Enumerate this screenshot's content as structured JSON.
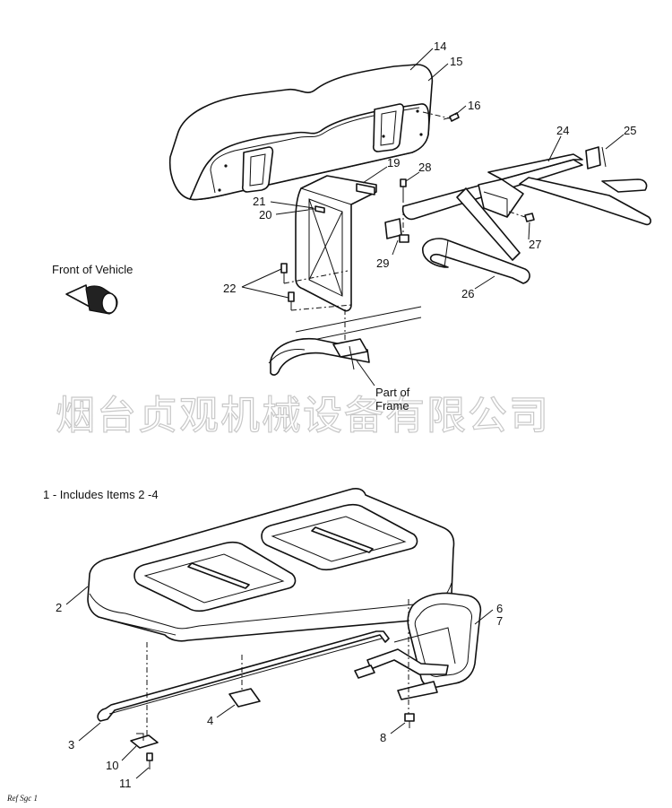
{
  "diagram": {
    "watermark": "烟台贞观机械设备有限公司",
    "front_of_vehicle": "Front of Vehicle",
    "part_of_frame_line1": "Part of",
    "part_of_frame_line2": "Frame",
    "includes_note": "1 - Includes Items 2 -4",
    "ref": "Ref Sgc 1",
    "callouts": {
      "c2": "2",
      "c3": "3",
      "c4": "4",
      "c6": "6",
      "c7": "7",
      "c8": "8",
      "c10": "10",
      "c11": "11",
      "c14": "14",
      "c15": "15",
      "c16": "16",
      "c19": "19",
      "c20": "20",
      "c21": "21",
      "c22": "22",
      "c24": "24",
      "c25": "25",
      "c26": "26",
      "c27": "27",
      "c28": "28",
      "c29": "29"
    }
  }
}
